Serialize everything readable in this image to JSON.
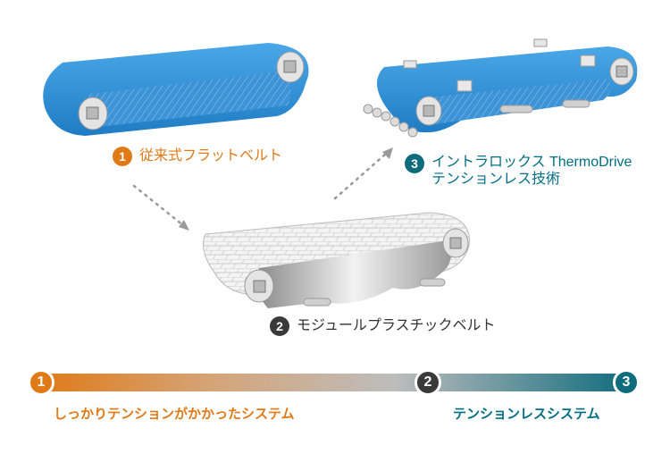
{
  "belts": [
    {
      "number": "1",
      "label": "従来式フラットベルト",
      "color": "#e07a17"
    },
    {
      "number": "2",
      "label": "モジュールプラスチックベルト",
      "color": "#3a3a3a"
    },
    {
      "number": "3",
      "label_line1": "イントラロックス ThermoDrive",
      "label_line2": "テンションレス技術",
      "color": "#0f6c7d"
    }
  ],
  "timeline": {
    "points": [
      "1",
      "2",
      "3"
    ],
    "left_caption": "しっかりテンションがかかったシステム",
    "right_caption": "テンションレスシステム",
    "gradient_colors": [
      "#e07a17",
      "#bdbdbd",
      "#0f6c7d"
    ]
  },
  "belt_colors": {
    "flat": "#2b8fd6",
    "flat_dark": "#1a6fb0",
    "modular": "#efefef",
    "roller": "#cfcfcf"
  }
}
